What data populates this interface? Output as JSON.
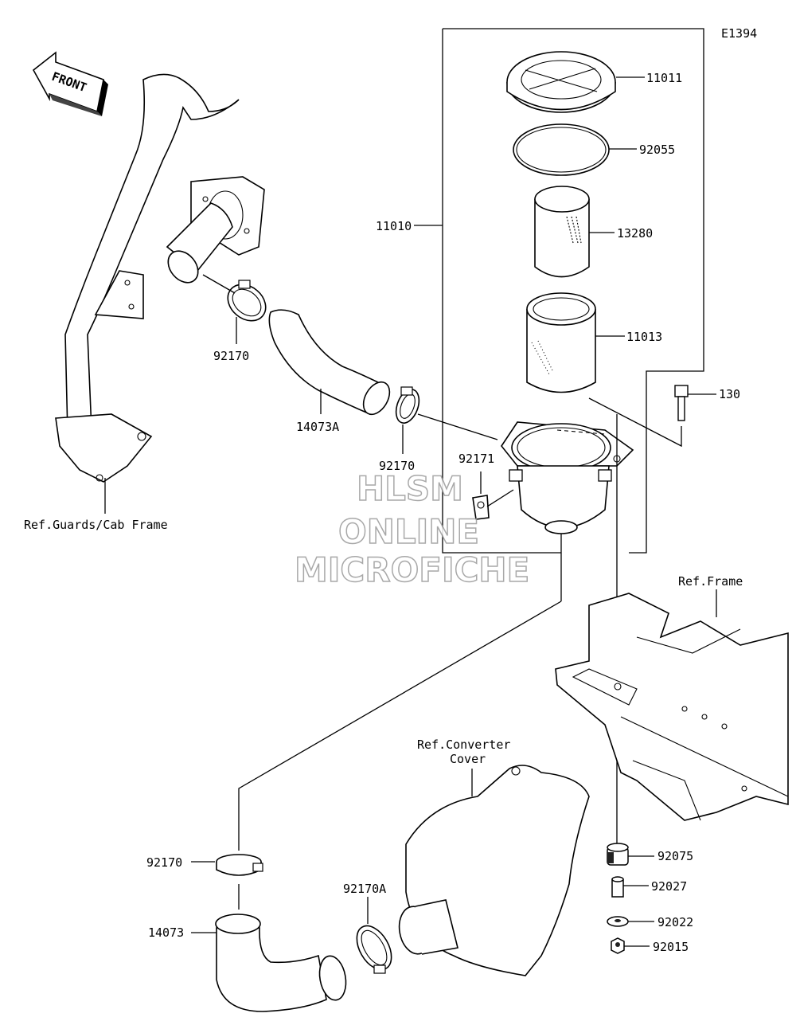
{
  "diagram_id": "E1394",
  "front_label": "FRONT",
  "watermark": {
    "line1": "HLSM",
    "line2": "ONLINE",
    "line3": "MICROFICHE"
  },
  "refs": {
    "guards": "Ref.Guards/Cab Frame",
    "frame": "Ref.Frame",
    "converter_line1": "Ref.Converter",
    "converter_line2": "Cover"
  },
  "parts": {
    "p11011": "11011",
    "p92055": "92055",
    "p11010": "11010",
    "p13280": "13280",
    "p11013": "11013",
    "p130": "130",
    "p92170_a": "92170",
    "p14073A": "14073A",
    "p92170_b": "92170",
    "p92171": "92171",
    "p92170_c": "92170",
    "p14073": "14073",
    "p92170A": "92170A",
    "p92075": "92075",
    "p92027": "92027",
    "p92022": "92022",
    "p92015": "92015"
  }
}
